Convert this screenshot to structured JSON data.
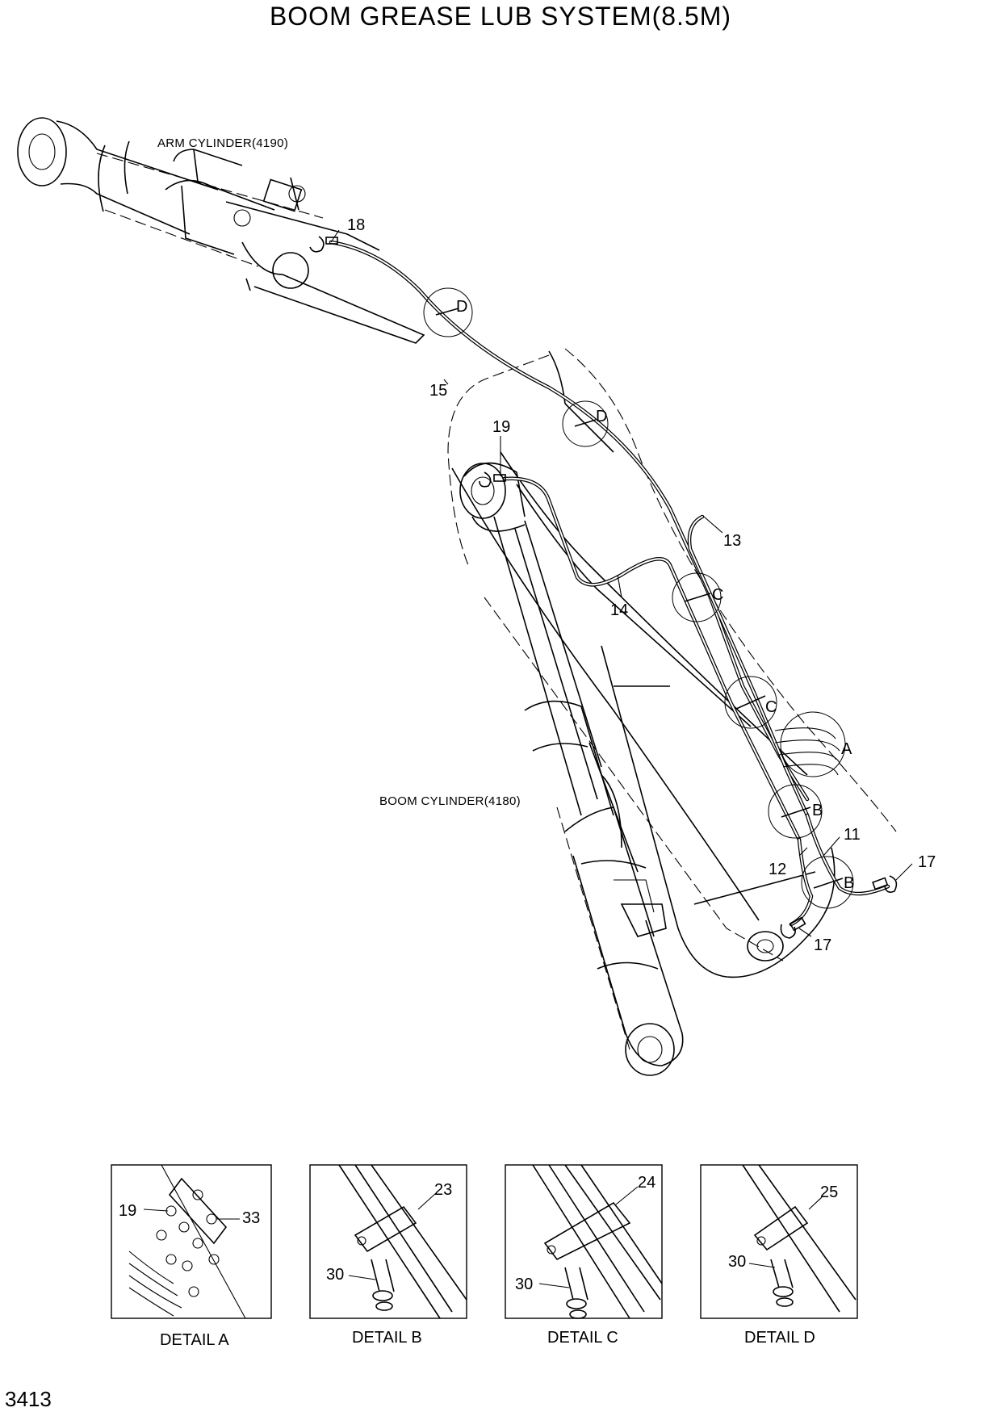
{
  "title": "BOOM GREASE LUB SYSTEM(8.5M)",
  "page_number": "3413",
  "captions": {
    "arm_cylinder": "ARM CYLINDER(4190)",
    "boom_cylinder": "BOOM CYLINDER(4180)"
  },
  "part_labels": {
    "p18": "18",
    "p15": "15",
    "p19": "19",
    "p13": "13",
    "p14": "14",
    "p11": "11",
    "p12": "12",
    "p17a": "17",
    "p17b": "17"
  },
  "clamp_labels": {
    "d1": "D",
    "d2": "D",
    "c1": "C",
    "c2": "C",
    "a": "A",
    "b1": "B",
    "b2": "B"
  },
  "details": [
    {
      "title": "DETAIL A",
      "labels": [
        "19",
        "33"
      ]
    },
    {
      "title": "DETAIL B",
      "labels": [
        "23",
        "30"
      ]
    },
    {
      "title": "DETAIL C",
      "labels": [
        "24",
        "30"
      ]
    },
    {
      "title": "DETAIL D",
      "labels": [
        "25",
        "30"
      ]
    }
  ]
}
